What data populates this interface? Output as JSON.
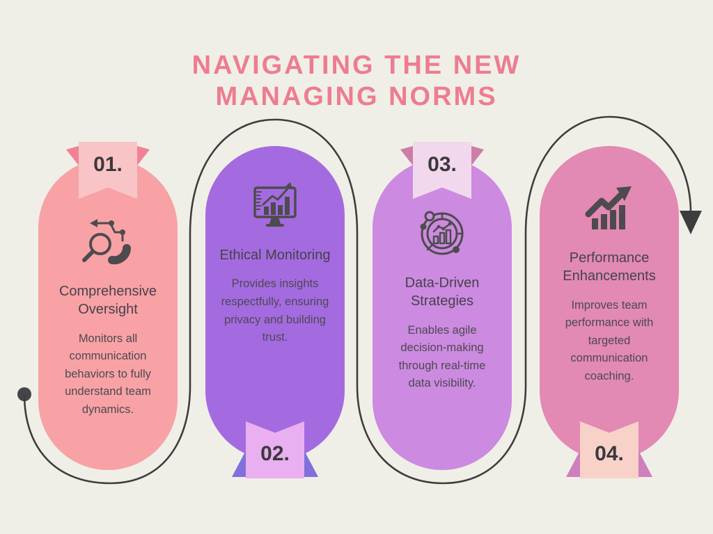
{
  "title": {
    "line1": "NAVIGATING THE NEW",
    "line2": "MANAGING NORMS"
  },
  "colors": {
    "background": "#f0efe7",
    "title_accent": "#ee7c90",
    "connector": "#3e3d3e",
    "icon": "#4d4b4d",
    "heading_text": "#45424a",
    "body_text": "#4c4951",
    "number_text": "#3a393c"
  },
  "cards": [
    {
      "number": "01.",
      "heading": "Comprehensive Oversight",
      "body": "Monitors all communication behaviors to fully understand team dynamics.",
      "icon": "search-call-icon",
      "bg": "#f8a2a6",
      "ribbon_bg": "#f9c4c6",
      "fold": "#ef8294",
      "ribbon_position": "top"
    },
    {
      "number": "02.",
      "heading": "Ethical Monitoring",
      "body": "Provides insights respectfully, ensuring privacy and building trust.",
      "icon": "monitor-chart-icon",
      "bg": "#a46be0",
      "ribbon_bg": "#e9aff0",
      "fold": "#8170dc",
      "ribbon_position": "bottom"
    },
    {
      "number": "03.",
      "heading": "Data-Driven Strategies",
      "body": "Enables agile decision-making through real-time data visibility.",
      "icon": "data-lens-icon",
      "bg": "#cc8ae0",
      "ribbon_bg": "#f2d8ec",
      "fold": "#cd7da8",
      "ribbon_position": "top"
    },
    {
      "number": "04.",
      "heading": "Performance Enhancements",
      "body": "Improves team performance with targeted communication coaching.",
      "icon": "growth-arrow-icon",
      "bg": "#e289b4",
      "ribbon_bg": "#f8d2c9",
      "fold": "#cd80bd",
      "ribbon_position": "bottom"
    }
  ]
}
